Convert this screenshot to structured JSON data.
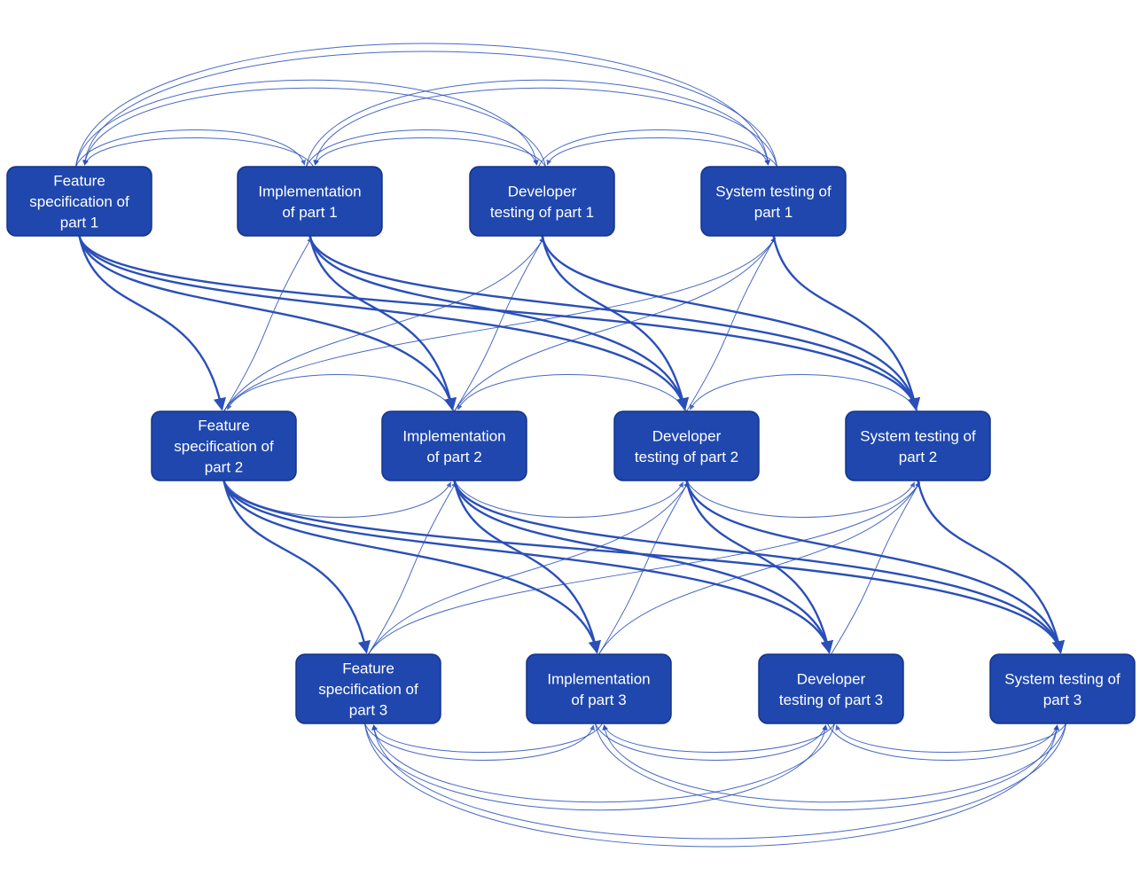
{
  "colors": {
    "node_fill": "#1f47ad",
    "edge": "#2a4fb8",
    "background": "#ffffff"
  },
  "rows": [
    {
      "nodes": [
        {
          "id": "fs1",
          "lines": [
            "Feature",
            "specification of",
            "part 1"
          ]
        },
        {
          "id": "im1",
          "lines": [
            "Implementation",
            "of part 1"
          ]
        },
        {
          "id": "dt1",
          "lines": [
            "Developer",
            "testing of part 1"
          ]
        },
        {
          "id": "st1",
          "lines": [
            "System testing of",
            "part 1"
          ]
        }
      ]
    },
    {
      "nodes": [
        {
          "id": "fs2",
          "lines": [
            "Feature",
            "specification of",
            "part 2"
          ]
        },
        {
          "id": "im2",
          "lines": [
            "Implementation",
            "of part 2"
          ]
        },
        {
          "id": "dt2",
          "lines": [
            "Developer",
            "testing of part 2"
          ]
        },
        {
          "id": "st2",
          "lines": [
            "System testing of",
            "part 2"
          ]
        }
      ]
    },
    {
      "nodes": [
        {
          "id": "fs3",
          "lines": [
            "Feature",
            "specification of",
            "part 3"
          ]
        },
        {
          "id": "im3",
          "lines": [
            "Implementation",
            "of part 3"
          ]
        },
        {
          "id": "dt3",
          "lines": [
            "Developer",
            "testing of part 3"
          ]
        },
        {
          "id": "st3",
          "lines": [
            "System testing of",
            "part 3"
          ]
        }
      ]
    }
  ],
  "edges": {
    "same_part": "all pairs of activities within a part are interdependent",
    "cross_part": "activities of part n depend on activities of part n+1"
  }
}
